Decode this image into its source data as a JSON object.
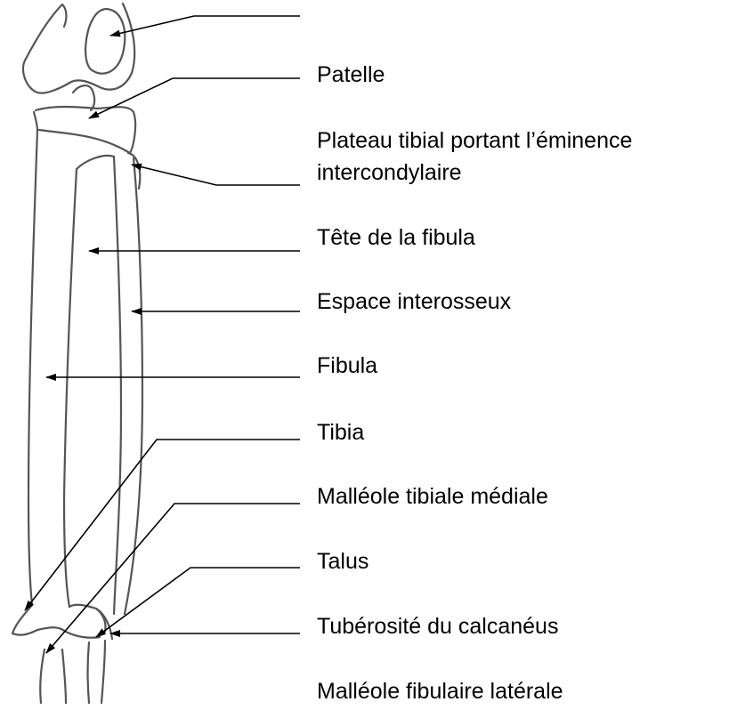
{
  "labels": [
    "Patelle",
    "Plateau tibial portant l’éminence",
    "intercondylaire",
    "Tête de la fibula",
    "Espace interosseux",
    "Fibula",
    "Tibia",
    "Malléole tibiale médiale",
    "Talus",
    "Tubérosité du calcanéus",
    "Malléole fibulaire latérale"
  ]
}
